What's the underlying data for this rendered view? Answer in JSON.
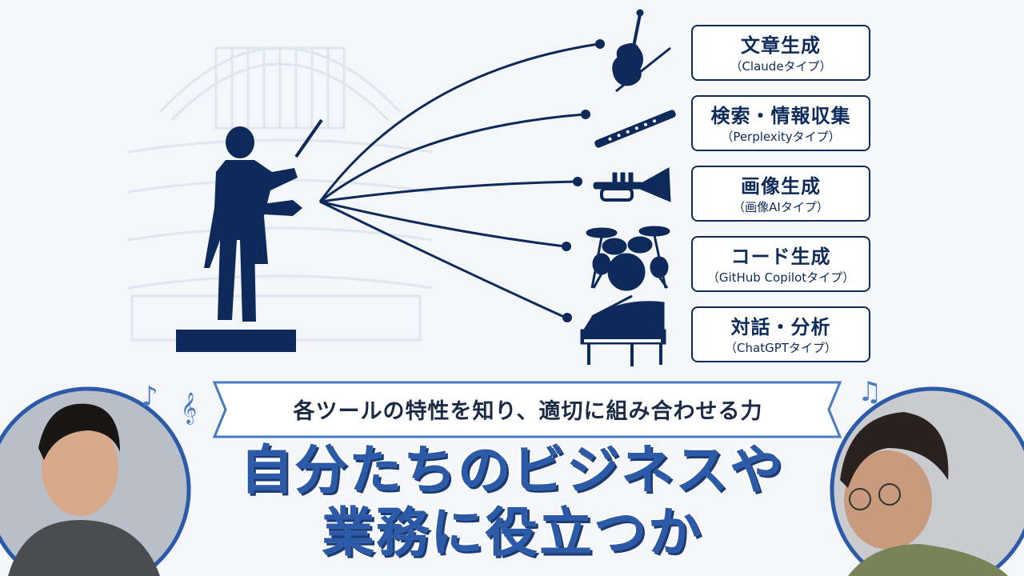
{
  "tools": [
    {
      "title": "文章生成",
      "subtitle": "（Claudeタイプ）",
      "instrument": "violin-icon"
    },
    {
      "title": "検索・情報収集",
      "subtitle": "（Perplexityタイプ）",
      "instrument": "flute-icon"
    },
    {
      "title": "画像生成",
      "subtitle": "（画像AIタイプ）",
      "instrument": "trumpet-icon"
    },
    {
      "title": "コード生成",
      "subtitle": "（GitHub Copilotタイプ）",
      "instrument": "drums-icon"
    },
    {
      "title": "対話・分析",
      "subtitle": "（ChatGPTタイプ）",
      "instrument": "piano-icon"
    }
  ],
  "ribbon": {
    "text": "各ツールの特性を知り、適切に組み合わせる力"
  },
  "caption": {
    "line1": "自分たちのビジネスや",
    "line2": "業務に役立つか"
  },
  "colors": {
    "navy": "#0e2a5a",
    "caption_blue": "#2b5aa8",
    "note_blue": "#4a7bc0",
    "background": "#f4f6f9"
  }
}
